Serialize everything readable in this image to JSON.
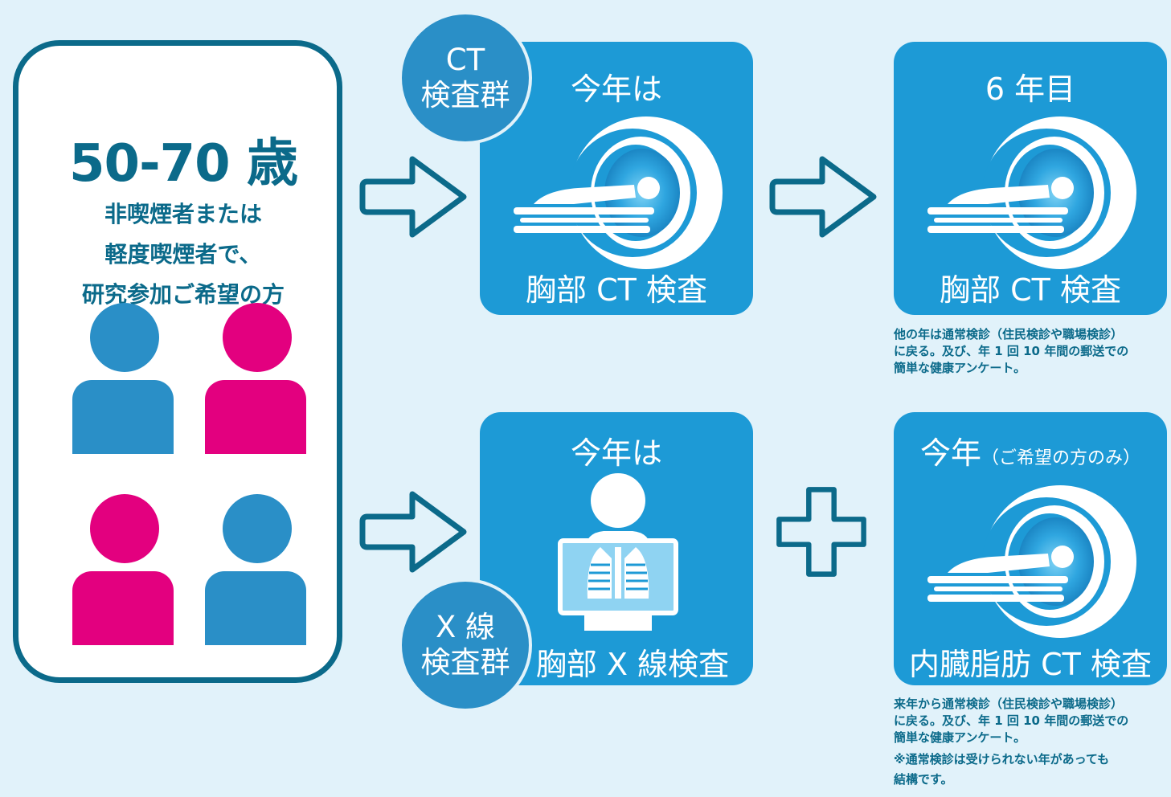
{
  "colors": {
    "background": "#e1f2fa",
    "dark_blue": "#0b6a8a",
    "panel_blue": "#1d9ad6",
    "badge_blue": "#2a8fc7",
    "person_blue": "#2a8fc7",
    "person_pink": "#e3007f"
  },
  "participants": {
    "age": "50-70 歳",
    "description": [
      "非喫煙者または",
      "軽度喫煙者で、",
      "研究参加ご希望の方"
    ],
    "people": [
      {
        "icon": "person-icon",
        "color": "blue"
      },
      {
        "icon": "person-icon",
        "color": "pink"
      },
      {
        "icon": "person-icon",
        "color": "pink"
      },
      {
        "icon": "person-icon",
        "color": "blue"
      }
    ]
  },
  "ct_group": {
    "badge": [
      "CT",
      "検査群"
    ],
    "this_year": {
      "title": "今年は",
      "label": "胸部 CT 検査",
      "icon": "ct-scanner-icon"
    },
    "connector": "arrow-right-icon",
    "year6": {
      "title": "6 年目",
      "label": "胸部 CT 検査",
      "icon": "ct-scanner-icon"
    },
    "note": [
      "他の年は通常検診（住民検診や職場検診）",
      "に戻る。及び、年 1 回 10 年間の郵送での",
      "簡単な健康アンケート。"
    ]
  },
  "xray_group": {
    "badge": [
      "X 線",
      "検査群"
    ],
    "this_year": {
      "title": "今年は",
      "label": "胸部 X 線検査",
      "icon": "chest-xray-icon"
    },
    "connector": "plus-icon",
    "optional": {
      "title": "今年",
      "title_note": "（ご希望の方のみ）",
      "label": "内臓脂肪 CT 検査",
      "icon": "ct-scanner-icon"
    },
    "note": [
      "来年から通常検診（住民検診や職場検診）",
      "に戻る。及び、年 1 回 10 年間の郵送での",
      "簡単な健康アンケート。",
      "※通常検診は受けられない年があっても",
      "結構です。"
    ]
  }
}
